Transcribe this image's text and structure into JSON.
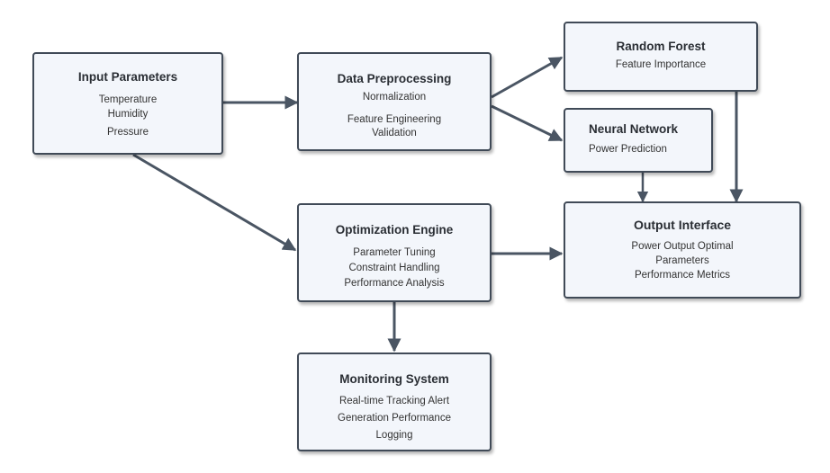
{
  "nodes": {
    "input": {
      "title": "Input Parameters",
      "lines": [
        "Temperature",
        "Humidity",
        "Pressure"
      ]
    },
    "preprocessing": {
      "title": "Data Preprocessing",
      "lines": [
        "Normalization",
        "Feature Engineering",
        "Validation"
      ]
    },
    "random_forest": {
      "title": "Random Forest",
      "lines": [
        "Feature Importance"
      ]
    },
    "neural_network": {
      "title": "Neural Network",
      "lines": [
        "Power Prediction"
      ]
    },
    "optimization": {
      "title": "Optimization Engine",
      "lines": [
        "Parameter Tuning",
        "Constraint Handling",
        "Performance Analysis"
      ]
    },
    "output": {
      "title": "Output Interface",
      "lines": [
        "Power Output Optimal",
        "Parameters",
        "Performance Metrics"
      ]
    },
    "monitoring": {
      "title": "Monitoring System",
      "lines": [
        "Real-time Tracking Alert",
        "Generation Performance",
        "Logging"
      ]
    }
  },
  "edges": [
    {
      "from": "input",
      "to": "preprocessing"
    },
    {
      "from": "input",
      "to": "optimization"
    },
    {
      "from": "preprocessing",
      "to": "random_forest"
    },
    {
      "from": "preprocessing",
      "to": "neural_network"
    },
    {
      "from": "random_forest",
      "to": "output"
    },
    {
      "from": "neural_network",
      "to": "output"
    },
    {
      "from": "optimization",
      "to": "output"
    },
    {
      "from": "optimization",
      "to": "monitoring"
    }
  ],
  "colors": {
    "node_fill": "#f3f6fb",
    "node_border": "#404a57",
    "arrow": "#4a5563"
  }
}
